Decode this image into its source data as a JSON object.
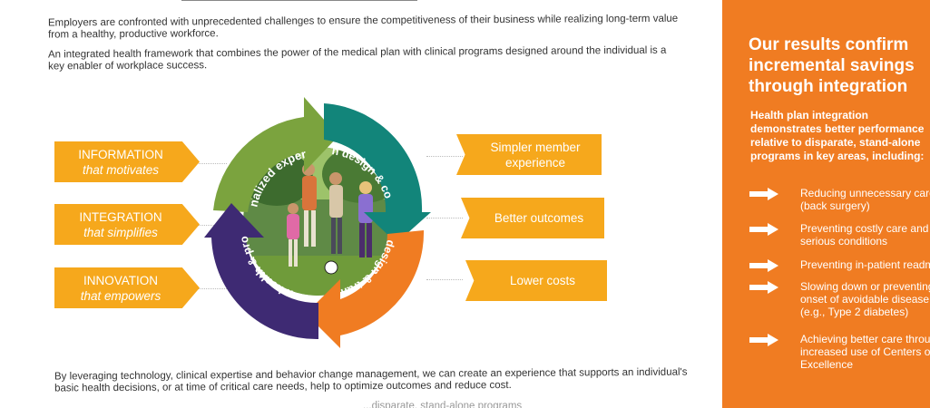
{
  "intro": {
    "p1": "Employers are confronted with unprecedented challenges to ensure the competitiveness of their business while realizing long-term value from a healthy, productive workforce.",
    "p2": "An integrated health framework that combines the power of the medical plan with clinical programs designed around the individual is a key enabler of workplace success."
  },
  "left_tags": [
    {
      "title": "INFORMATION",
      "subtitle": "that motivates"
    },
    {
      "title": "INTEGRATION",
      "subtitle": "that simplifies"
    },
    {
      "title": "INNOVATION",
      "subtitle": "that empowers"
    }
  ],
  "cycle": {
    "green": "personalized experience",
    "teal": "Health plan design & cost sharing",
    "orange": "Network design & transparency",
    "purple": "Population health & productivity",
    "photo": "family-playing-soccer-photo",
    "colors": {
      "green": "#7ba33e",
      "teal": "#12857a",
      "orange": "#f07c22",
      "purple": "#3e2a73"
    }
  },
  "right_tags": [
    "Simpler member experience",
    "Better outcomes",
    "Lower costs"
  ],
  "outro": {
    "p3": "By leveraging technology, clinical expertise and behavior change management, we can create an experience that supports an individual's basic health decisions, or at time of critical care needs, help to optimize outcomes and reduce cost.",
    "p4": "...disparate, stand-alone programs"
  },
  "sidebar": {
    "title": "Our results confirm incremental savings through integration",
    "intro": "Health plan integration demonstrates better performance relative to disparate, stand-alone programs in key areas, including:",
    "items": [
      "Reducing unnecessary care (back surgery)",
      "Preventing costly care and serious conditions",
      "Preventing in-patient readmissions",
      "Slowing down or preventing onset of avoidable disease (e.g., Type 2 diabetes)",
      "Achieving better care through increased use of Centers of Excellence"
    ]
  },
  "colors": {
    "tag": "#f6a81c",
    "sidebar": "#f07c22"
  }
}
